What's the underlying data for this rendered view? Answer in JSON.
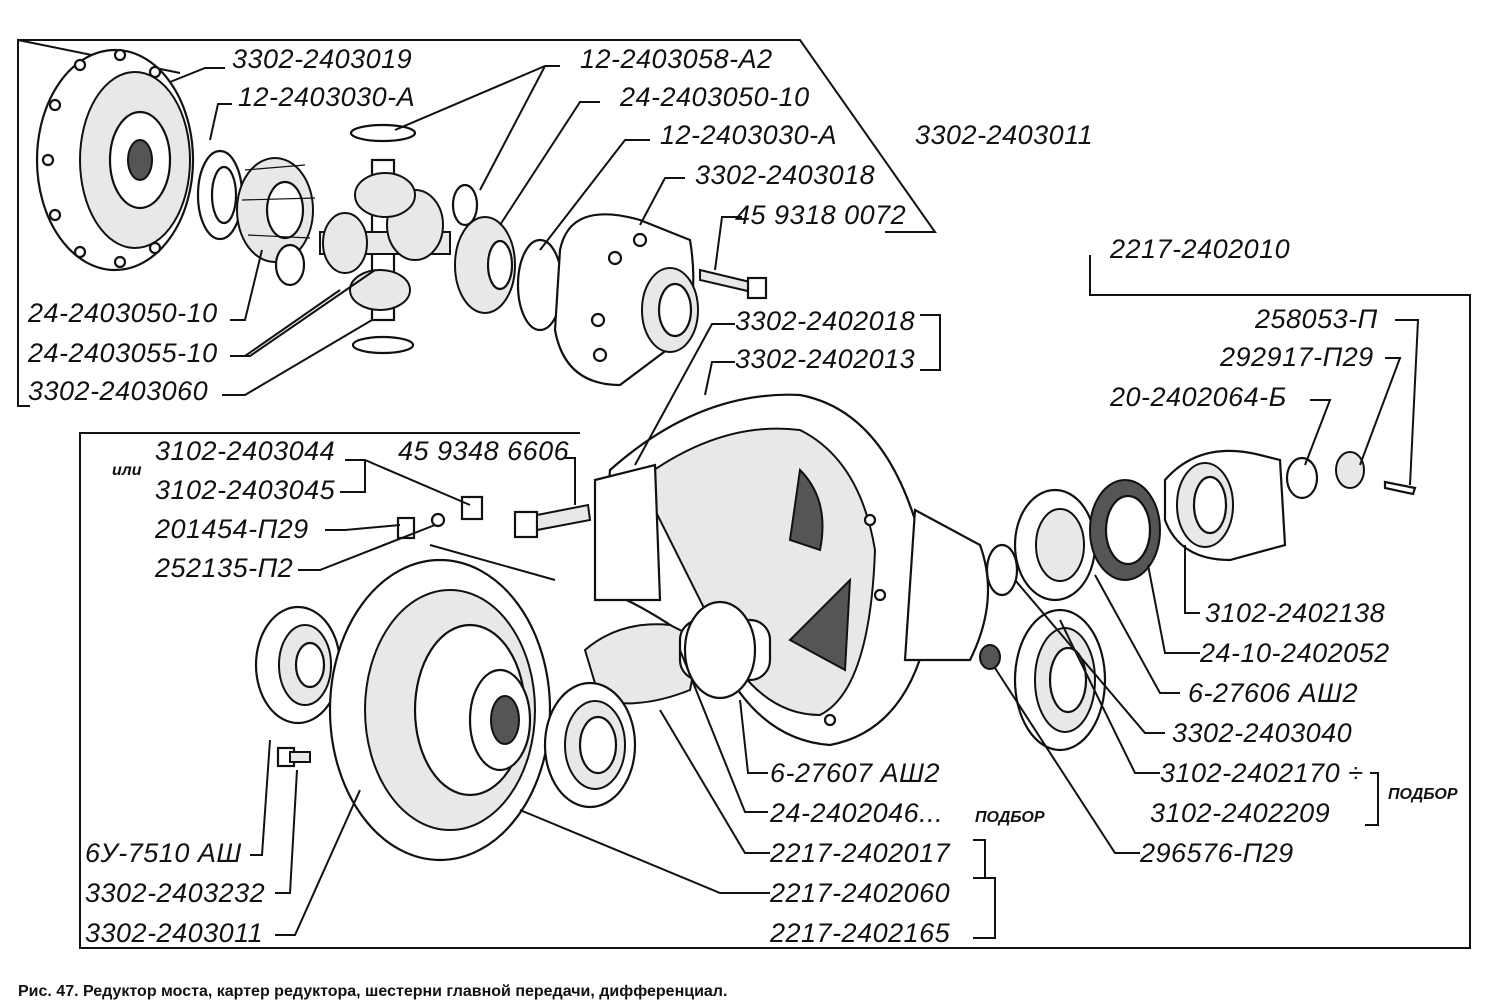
{
  "labels": {
    "diff_case_left": "3302-2403019",
    "washer_a2": "12-2403058-А2",
    "thrust_washer_top": "12-2403030-А",
    "side_gear_top": "24-2403050-10",
    "thrust_washer_mid": "12-2403030-А",
    "diff_assembly": "3302-2403011",
    "diff_case_right": "3302-2403018",
    "bolt_top": "45 9318 0072",
    "housing_assembly": "2217-2402010",
    "side_gear_left": "24-2403050-10",
    "pinion_gear": "24-2403055-10",
    "cross_axis": "3302-2403060",
    "bearing_cap": "3302-2402018",
    "housing": "3302-2402013",
    "nut": "258053-П",
    "cotter_pin": "292917-П29",
    "washer_b": "20-2402064-Б",
    "lock_plate_1": "3102-2403044",
    "or_word": "или",
    "lock_plate_2": "3102-2403045",
    "bolt_cap": "45 9348 6606",
    "bolt_small": "201454-П29",
    "washer_small": "252135-П2",
    "flange": "3102-2402138",
    "oil_seal": "24-10-2402052",
    "bearing_outer": "6-27606 АШ2",
    "adjust_nut": "3302-2403040",
    "shim_range_1": "3102-2402170 ÷",
    "shim_range_2": "3102-2402209",
    "podbor_right": "ПОДБОР",
    "bearing_inner": "6-27607 АШ2",
    "spacer": "24-2402046...",
    "podbor_mid": "ПОДБОР",
    "plug": "296576-П29",
    "diff_bearing": "6У-7510 АШ",
    "bolt_bottom": "3302-2403232",
    "diff_assembly_bottom": "3302-2403011",
    "gear_pair": "2217-2402017",
    "gear_set": "2217-2402060",
    "gear_kit": "2217-2402165"
  },
  "caption": "Рис. 47. Редуктор моста, картер редуктора, шестерни главной передачи, дифференциал."
}
